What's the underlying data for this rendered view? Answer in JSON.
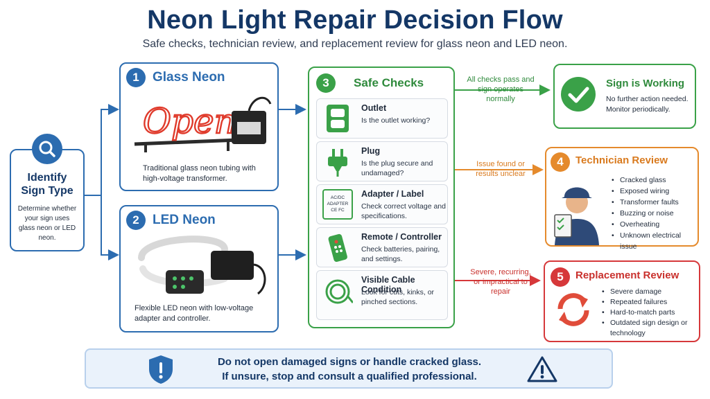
{
  "header": {
    "title": "Neon Light Repair Decision Flow",
    "subtitle": "Safe checks, technician review, and replacement review for glass neon and LED neon."
  },
  "identify": {
    "title_line1": "Identify",
    "title_line2": "Sign Type",
    "desc": "Determine whether your sign uses glass neon or LED neon."
  },
  "glass_neon": {
    "number": "1",
    "title": "Glass Neon",
    "sign_text": "Open",
    "desc": "Traditional glass neon tubing with high-voltage transformer."
  },
  "led_neon": {
    "number": "2",
    "title": "LED Neon",
    "desc": "Flexible LED neon with low-voltage adapter and controller."
  },
  "safe_checks": {
    "number": "3",
    "title": "Safe Checks",
    "items": [
      {
        "title": "Outlet",
        "desc": "Is the outlet working?"
      },
      {
        "title": "Plug",
        "desc": "Is the plug secure and undamaged?"
      },
      {
        "title": "Adapter / Label",
        "desc": "Check correct voltage and specifications.",
        "icon_text": [
          "AC/DC",
          "ADAPTER",
          "CE FC"
        ]
      },
      {
        "title": "Remote / Controller",
        "desc": "Check batteries, pairing, and settings."
      },
      {
        "title": "Visible Cable Condition",
        "desc": "Look for cuts, kinks, or pinched sections."
      }
    ]
  },
  "working": {
    "title": "Sign is Working",
    "desc_line1": "No further action needed.",
    "desc_line2": "Monitor periodically."
  },
  "technician": {
    "number": "4",
    "title": "Technician Review",
    "items": [
      "Cracked glass",
      "Exposed wiring",
      "Transformer faults",
      "Buzzing or noise",
      "Overheating",
      "Unknown electrical issue"
    ]
  },
  "replacement": {
    "number": "5",
    "title": "Replacement Review",
    "items": [
      "Severe damage",
      "Repeated failures",
      "Hard-to-match parts",
      "Outdated sign design or technology"
    ]
  },
  "arrows": {
    "pass": "All checks pass and sign operates normally",
    "unclear": "Issue found or results unclear",
    "severe": "Severe, recurring, or impractical to repair"
  },
  "warning": {
    "line1": "Do not open damaged signs or handle cracked glass.",
    "line2": "If unsure, stop and consult a qualified professional."
  },
  "colors": {
    "navy": "#143766",
    "blue": "#2c6cb0",
    "green": "#3aa148",
    "orange": "#e58a2c",
    "red": "#d6383a",
    "warning_bg": "#eaf2fb"
  }
}
